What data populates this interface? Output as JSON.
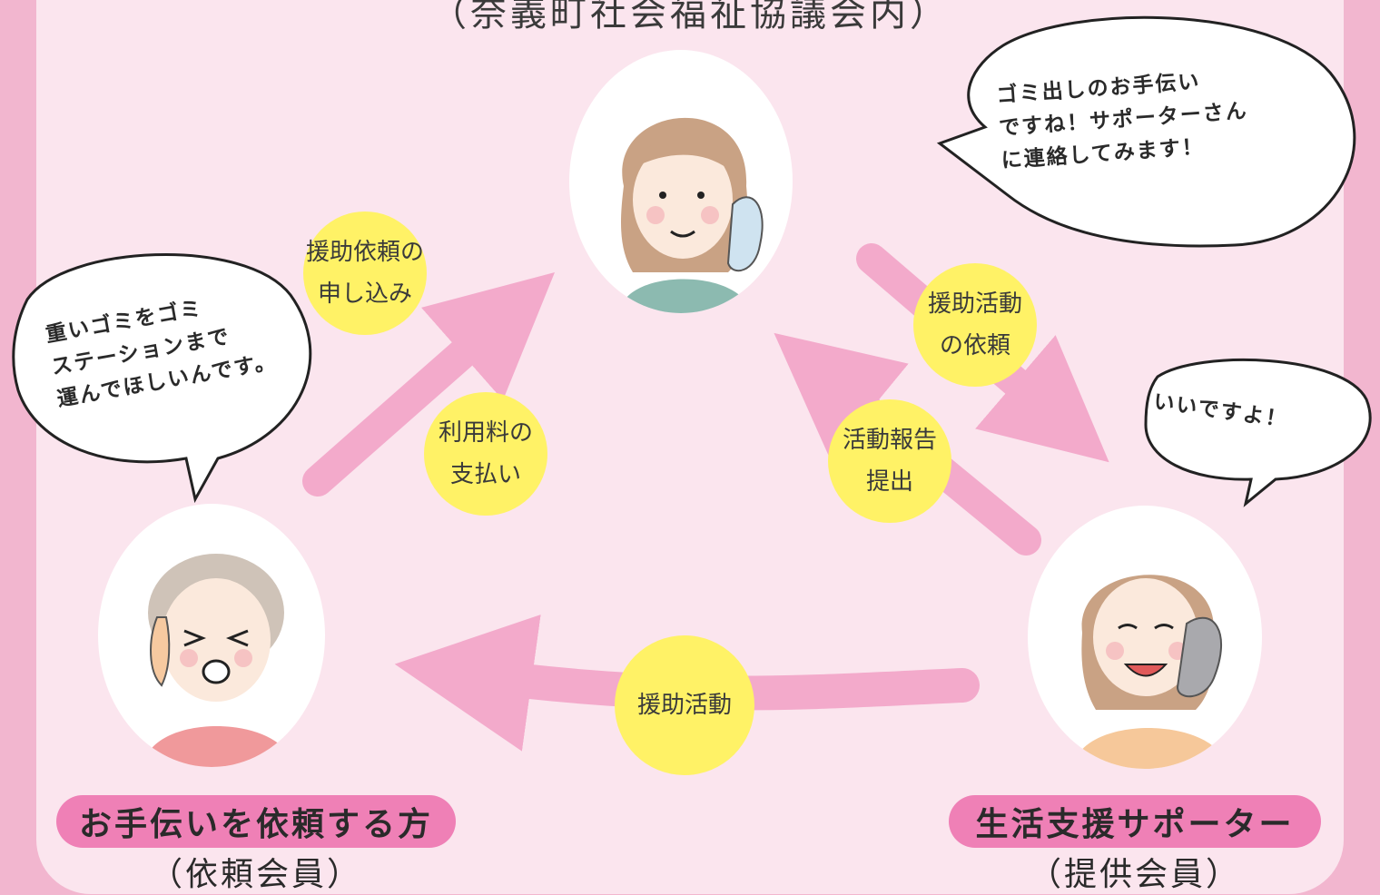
{
  "header": {
    "office": "（奈義町社会福祉協議会内）"
  },
  "bubbles": {
    "coordinator": [
      "ゴミ出しのお手伝い",
      "ですね！サポーターさん",
      "に連絡してみます！"
    ],
    "requester": [
      "重いゴミをゴミ",
      "ステーションまで",
      "運んでほしいんです。"
    ],
    "supporter": "いいですよ！"
  },
  "steps": {
    "application": [
      "援助依頼の",
      "申し込み"
    ],
    "payment": [
      "利用料の",
      "支払い"
    ],
    "request": [
      "援助活動",
      "の依頼"
    ],
    "report": [
      "活動報告",
      "提出"
    ],
    "activity": "援助活動"
  },
  "roles": {
    "requester": {
      "name": "お手伝いを依頼する方",
      "member": "（依頼会員）"
    },
    "supporter": {
      "name": "生活支援サポーター",
      "member": "（提供会員）"
    }
  },
  "colors": {
    "background": "#fbe5ee",
    "frame": "#f2b6cf",
    "arrow": "#f3aacb",
    "step_circle": "#fff266",
    "label_pill": "#ef80b6"
  }
}
